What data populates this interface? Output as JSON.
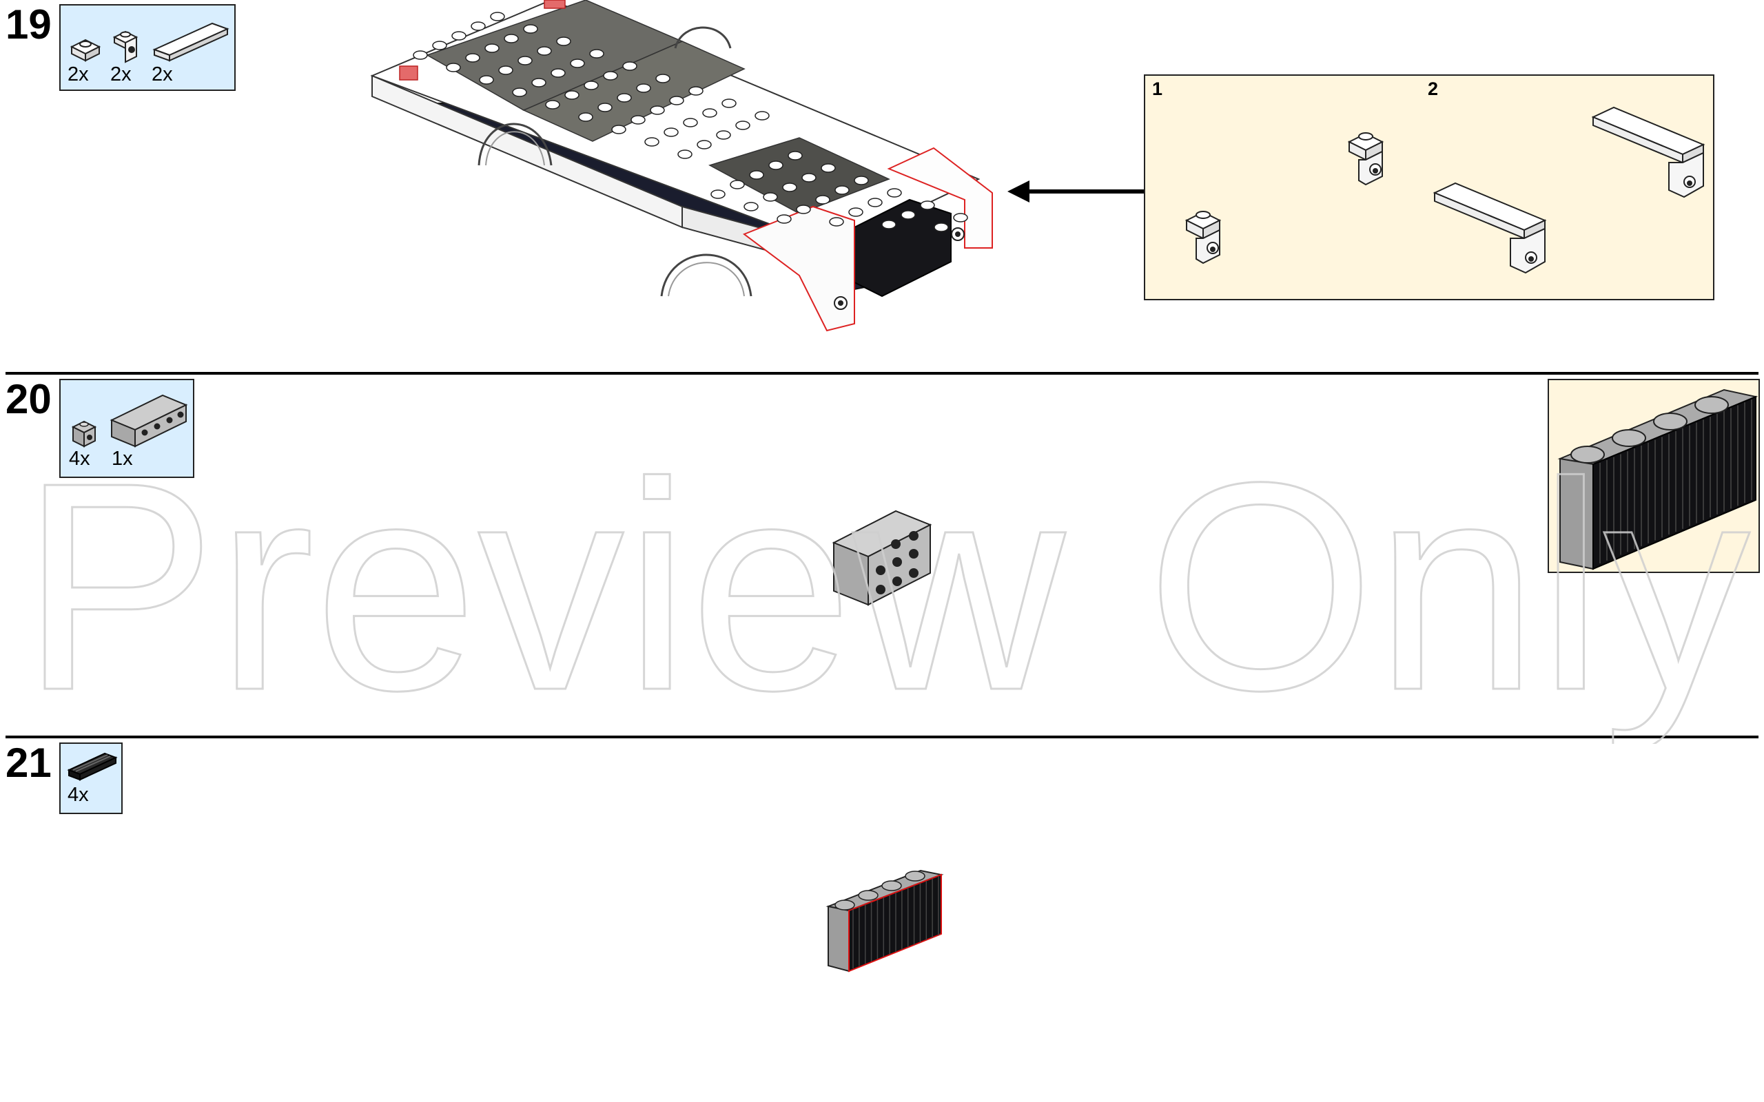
{
  "steps": [
    {
      "number": "19",
      "parts": [
        {
          "qty": "2x",
          "icon": "white-plate-1x1-clip-icon"
        },
        {
          "qty": "2x",
          "icon": "white-bracket-1x1-icon"
        },
        {
          "qty": "2x",
          "icon": "white-tile-1x4-icon"
        }
      ],
      "callout": {
        "sub_steps": [
          "1",
          "2"
        ]
      }
    },
    {
      "number": "20",
      "parts": [
        {
          "qty": "4x",
          "icon": "gray-brick-1x1-stud-side-icon"
        },
        {
          "qty": "1x",
          "icon": "gray-brick-1x4-stud-side-icon"
        }
      ]
    },
    {
      "number": "21",
      "parts": [
        {
          "qty": "4x",
          "icon": "black-grille-tile-icon"
        }
      ]
    }
  ],
  "watermark": "Preview Only"
}
